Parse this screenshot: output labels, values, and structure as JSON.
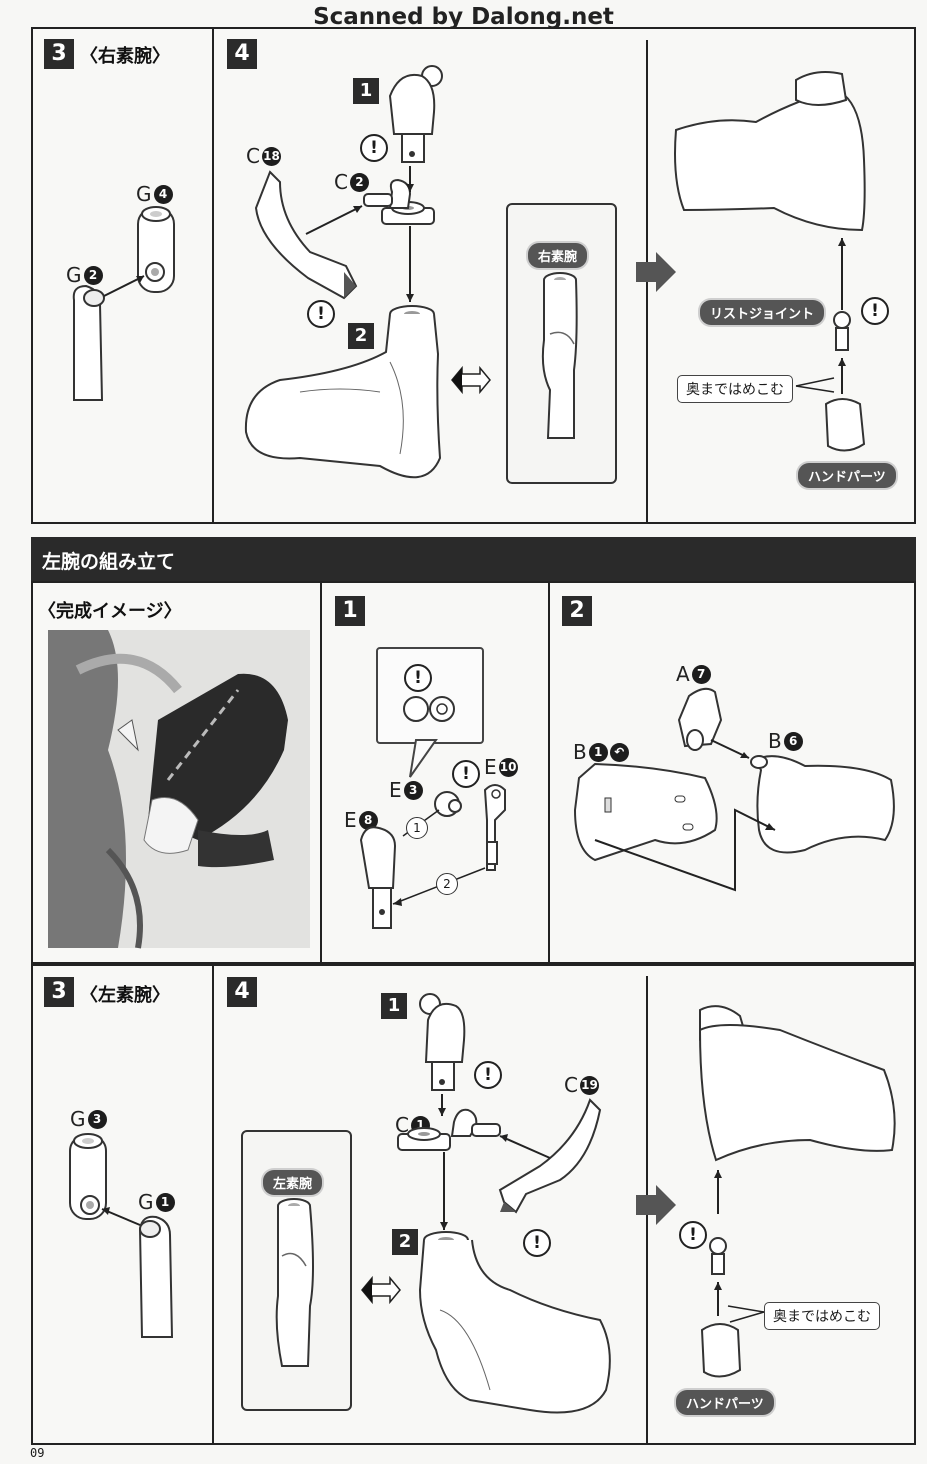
{
  "watermark": "Scanned by Dalong.net",
  "page_number": "09",
  "section_title": "左腕の組み立て",
  "completed_image_label": "〈完成イメージ〉",
  "steps": {
    "top_3": {
      "num": "3",
      "label": "〈右素腕〉"
    },
    "top_4": {
      "num": "4"
    },
    "mid_1": {
      "num": "1"
    },
    "mid_2": {
      "num": "2"
    },
    "bot_3": {
      "num": "3",
      "label": "〈左素腕〉"
    },
    "bot_4": {
      "num": "4"
    }
  },
  "sub_steps": {
    "top_1": "1",
    "top_2": "2",
    "bot_1": "1",
    "bot_2": "2"
  },
  "pills": {
    "right_arm": "右素腕",
    "left_arm": "左素腕",
    "wrist_joint": "リストジョイント",
    "hand_parts_top": "ハンドパーツ",
    "hand_parts_bottom": "ハンドパーツ"
  },
  "callouts": {
    "push_in_top": "奥まではめこむ",
    "push_in_bottom": "奥まではめこむ"
  },
  "parts": {
    "top_g4": {
      "letter": "G",
      "num": "4"
    },
    "top_g2": {
      "letter": "G",
      "num": "2"
    },
    "top_c18": {
      "letter": "C",
      "num": "18"
    },
    "top_c2": {
      "letter": "C",
      "num": "2"
    },
    "mid_e3": {
      "letter": "E",
      "num": "3"
    },
    "mid_e10": {
      "letter": "E",
      "num": "10"
    },
    "mid_e8": {
      "letter": "E",
      "num": "8"
    },
    "mid_a7": {
      "letter": "A",
      "num": "7"
    },
    "mid_b1": {
      "letter": "B",
      "num": "1"
    },
    "mid_b6": {
      "letter": "B",
      "num": "6"
    },
    "bot_g3": {
      "letter": "G",
      "num": "3"
    },
    "bot_g1": {
      "letter": "G",
      "num": "1"
    },
    "bot_c1": {
      "letter": "C",
      "num": "1"
    },
    "bot_c19": {
      "letter": "C",
      "num": "19"
    }
  },
  "order_marks": {
    "first": "1",
    "second": "2"
  },
  "caution_glyph": "!"
}
